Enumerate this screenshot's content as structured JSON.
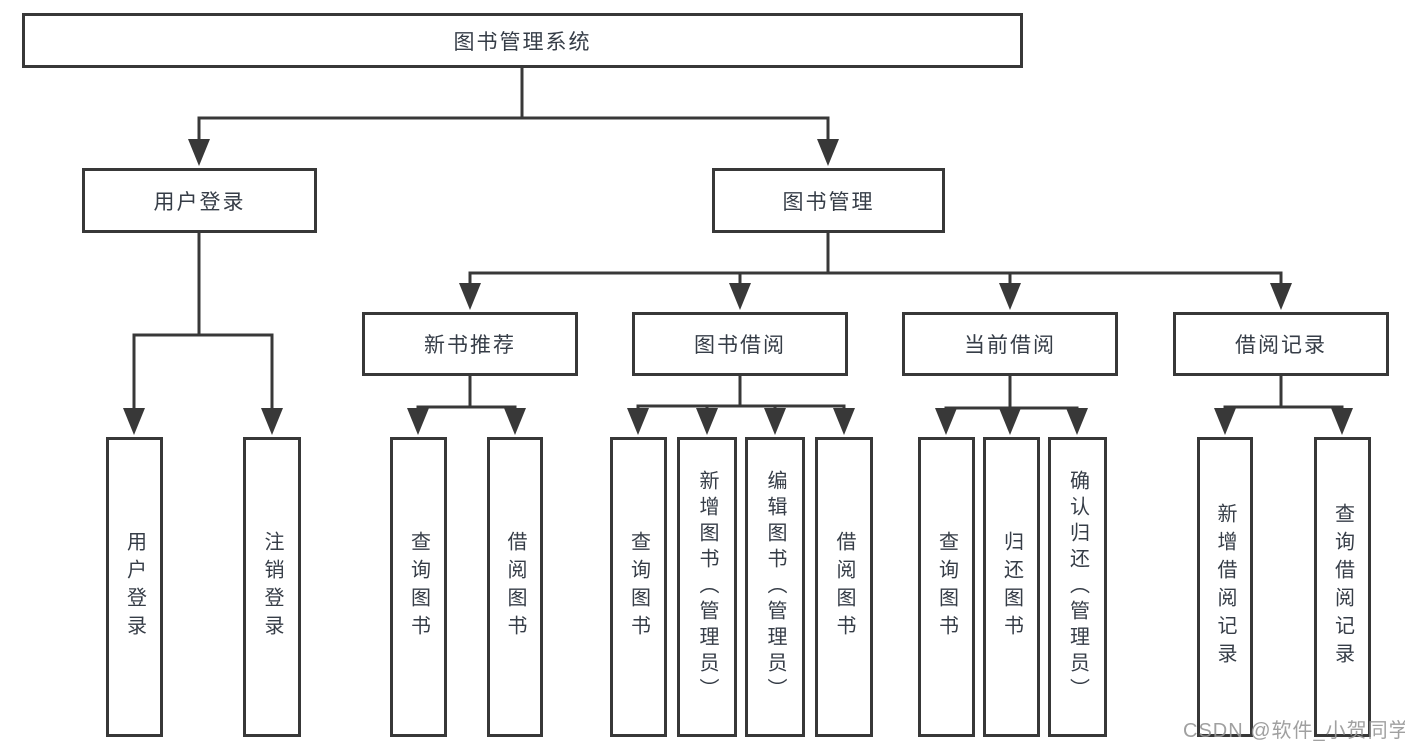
{
  "diagram_title": "图书管理系统",
  "tree": {
    "label": "图书管理系统",
    "children": [
      {
        "label": "用户登录",
        "children": [
          {
            "label": "用户登录"
          },
          {
            "label": "注销登录"
          }
        ]
      },
      {
        "label": "图书管理",
        "children": [
          {
            "label": "新书推荐",
            "children": [
              {
                "label": "查询图书"
              },
              {
                "label": "借阅图书"
              }
            ]
          },
          {
            "label": "图书借阅",
            "children": [
              {
                "label": "查询图书"
              },
              {
                "label": "新增图书（管理员）"
              },
              {
                "label": "编辑图书（管理员）"
              },
              {
                "label": "借阅图书"
              }
            ]
          },
          {
            "label": "当前借阅",
            "children": [
              {
                "label": "查询图书"
              },
              {
                "label": "归还图书"
              },
              {
                "label": "确认归还（管理员）"
              }
            ]
          },
          {
            "label": "借阅记录",
            "children": [
              {
                "label": "新增借阅记录"
              },
              {
                "label": "查询借阅记录"
              }
            ]
          }
        ]
      }
    ]
  },
  "watermark": "CSDN @软件_小贺同学",
  "colors": {
    "line": "#383838",
    "text": "#363d47",
    "watermark": "#969696",
    "background": "#ffffff"
  }
}
